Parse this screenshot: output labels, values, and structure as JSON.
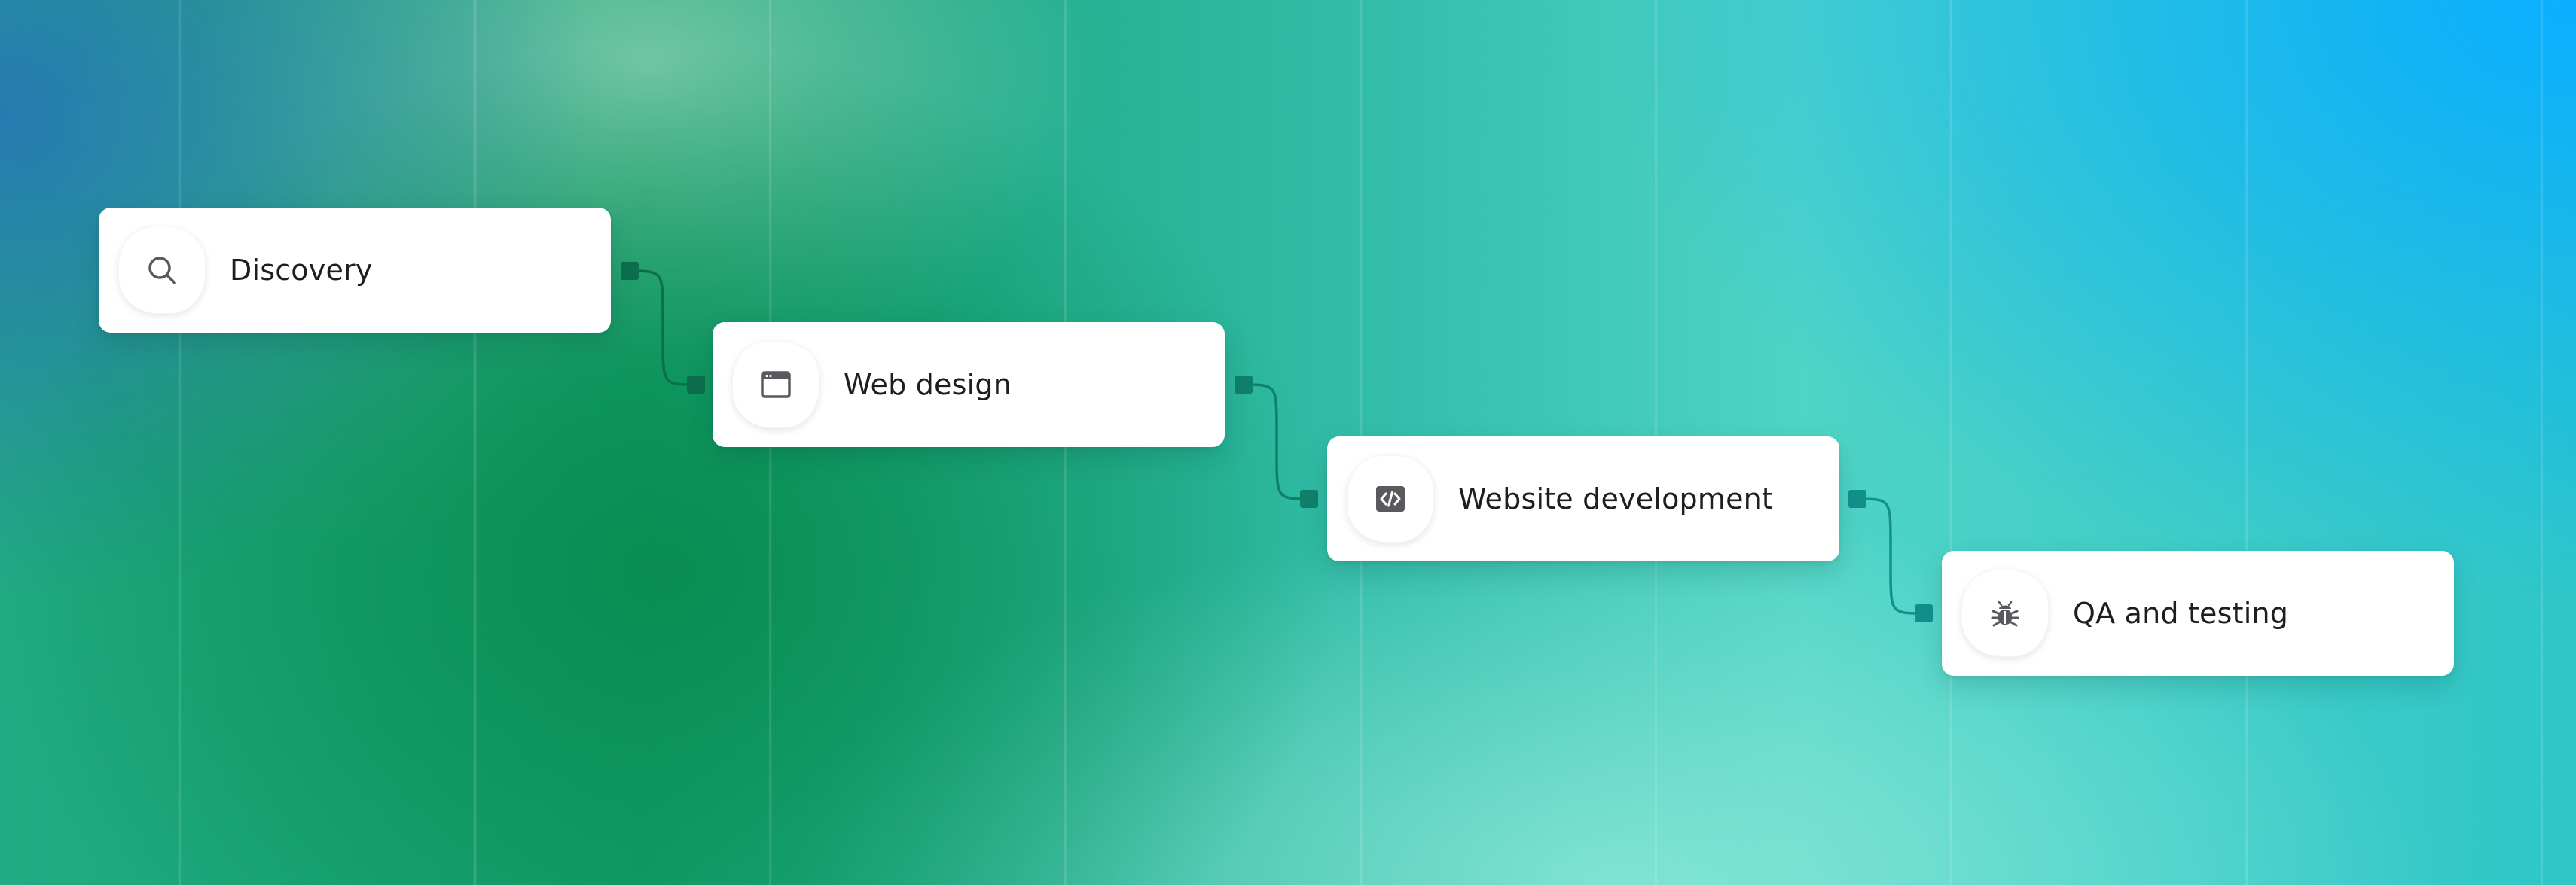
{
  "nodes": [
    {
      "label": "Discovery",
      "icon": "search-icon"
    },
    {
      "label": "Web design",
      "icon": "browser-window-icon"
    },
    {
      "label": "Website development",
      "icon": "code-icon"
    },
    {
      "label": "QA and testing",
      "icon": "bug-icon"
    }
  ],
  "colors": {
    "card": "#ffffff",
    "text": "#1e1e22",
    "icon": "#5a5a5e",
    "connector_1": "#0d6e4c",
    "connector_2": "#10806a",
    "connector_3": "#13908c"
  }
}
